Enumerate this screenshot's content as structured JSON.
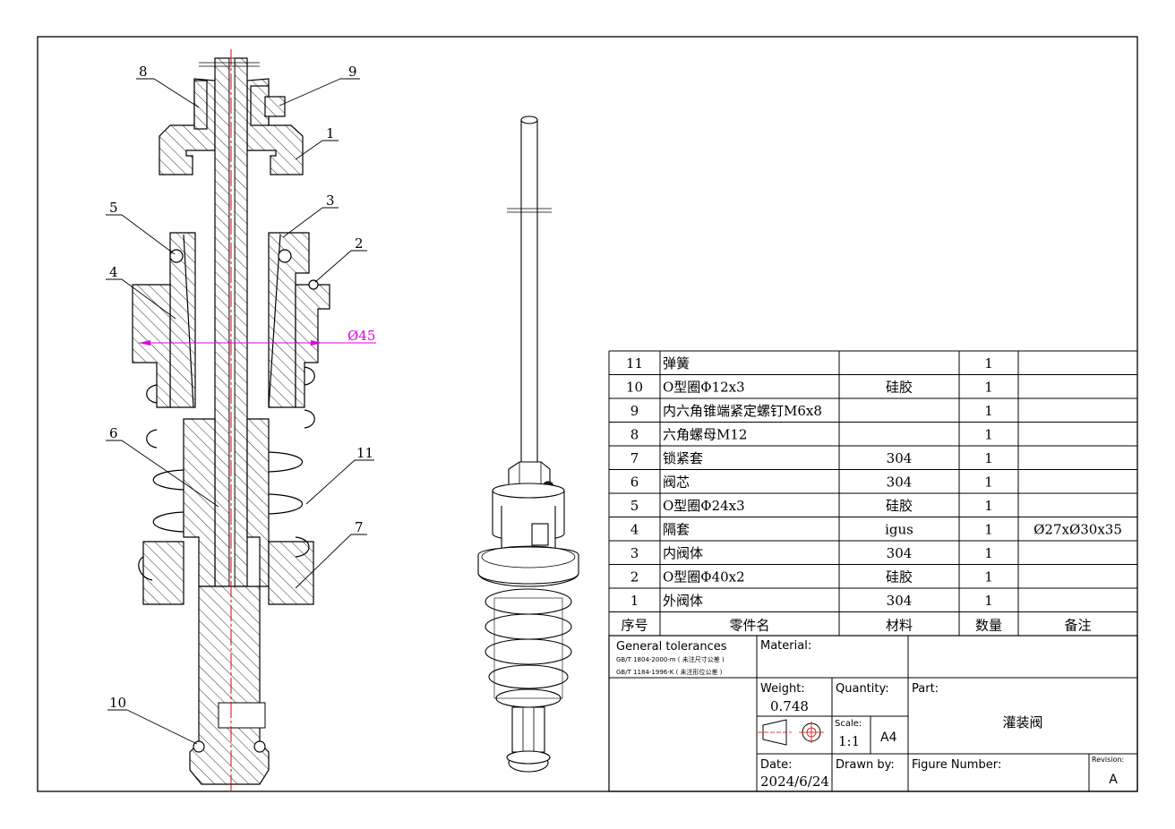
{
  "callouts": [
    "8",
    "9",
    "1",
    "5",
    "3",
    "2",
    "4",
    "6",
    "11",
    "7",
    "10"
  ],
  "dimension": {
    "label": "Ø45",
    "color": "#e000e0"
  },
  "colors": {
    "centerline": "#e00000",
    "dimension": "#e000e0",
    "line": "#000000"
  },
  "bom": {
    "rows": [
      {
        "no": "11",
        "name": "弹簧",
        "material": "",
        "qty": "1",
        "remark": ""
      },
      {
        "no": "10",
        "name": "O型圈Φ12x3",
        "material": "硅胶",
        "qty": "1",
        "remark": ""
      },
      {
        "no": "9",
        "name": "内六角锥端紧定螺钉M6x8",
        "material": "",
        "qty": "1",
        "remark": ""
      },
      {
        "no": "8",
        "name": "六角螺母M12",
        "material": "",
        "qty": "1",
        "remark": ""
      },
      {
        "no": "7",
        "name": "锁紧套",
        "material": "304",
        "qty": "1",
        "remark": ""
      },
      {
        "no": "6",
        "name": "阀芯",
        "material": "304",
        "qty": "1",
        "remark": ""
      },
      {
        "no": "5",
        "name": "O型圈Φ24x3",
        "material": "硅胶",
        "qty": "1",
        "remark": ""
      },
      {
        "no": "4",
        "name": "隔套",
        "material": "igus",
        "qty": "1",
        "remark": "Ø27xØ30x35"
      },
      {
        "no": "3",
        "name": "内阀体",
        "material": "304",
        "qty": "1",
        "remark": ""
      },
      {
        "no": "2",
        "name": "O型圈Φ40x2",
        "material": "硅胶",
        "qty": "1",
        "remark": ""
      },
      {
        "no": "1",
        "name": "外阀体",
        "material": "304",
        "qty": "1",
        "remark": ""
      }
    ],
    "header": {
      "no": "序号",
      "name": "零件名",
      "material": "材料",
      "qty": "数量",
      "remark": "备注"
    }
  },
  "title_block": {
    "general_tolerances": "General tolerances",
    "tol_line1": "GB/T 1804-2000-m ( 未注尺寸公差 )",
    "tol_line2": "GB/T 1184-1996-K ( 未注形位公差 )",
    "material_label": "Material:",
    "weight_label": "Weight:",
    "weight_value": "0.748",
    "quantity_label": "Quantity:",
    "part_label": "Part:",
    "part_name": "灌装阀",
    "scale_label": "Scale:",
    "scale_value": "1:1",
    "paper_size": "A4",
    "date_label": "Date:",
    "date_value": "2024/6/24",
    "drawn_by_label": "Drawn by:",
    "figure_number_label": "Figure Number:",
    "revision_label": "Revision:",
    "revision_value": "A"
  }
}
